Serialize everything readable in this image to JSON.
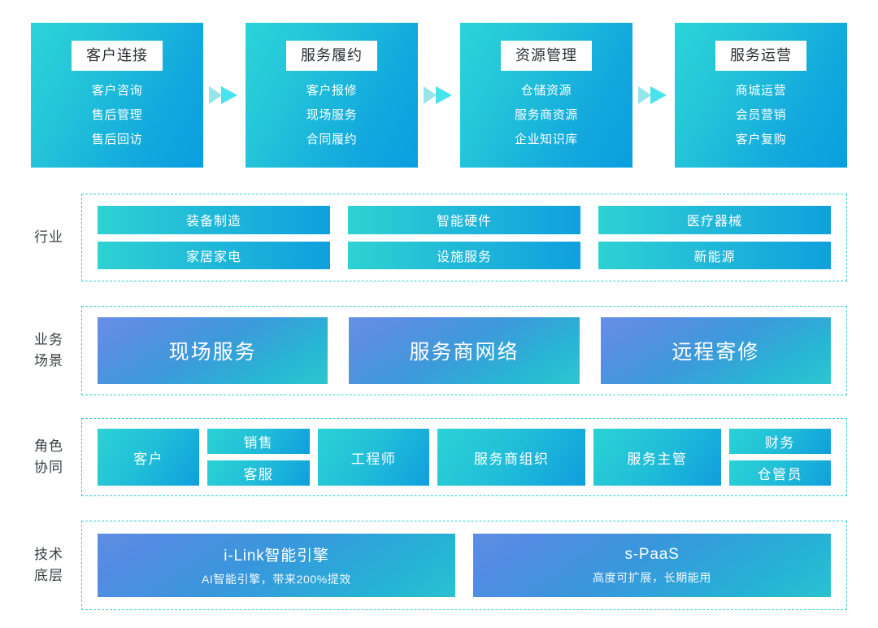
{
  "colors": {
    "teal_accent": "#33cfd4",
    "cyan_start": "#2ad4d8",
    "blue_end": "#0b9ee0",
    "periwinkle": "#5d8ee3",
    "text_dark": "#3c4043",
    "white": "#ffffff"
  },
  "flow": {
    "arrow_icon": "double-chevron-right-icon",
    "cards": [
      {
        "title": "客户连接",
        "items": [
          "客户咨询",
          "售后管理",
          "售后回访"
        ]
      },
      {
        "title": "服务履约",
        "items": [
          "客户报修",
          "现场服务",
          "合同履约"
        ]
      },
      {
        "title": "资源管理",
        "items": [
          "仓储资源",
          "服务商资源",
          "企业知识库"
        ]
      },
      {
        "title": "服务运营",
        "items": [
          "商城运营",
          "会员营销",
          "客户复购"
        ]
      }
    ]
  },
  "sections": {
    "industry": {
      "label_lines": [
        "行业"
      ],
      "columns": [
        [
          "装备制造",
          "家居家电"
        ],
        [
          "智能硬件",
          "设施服务"
        ],
        [
          "医疗器械",
          "新能源"
        ]
      ]
    },
    "scenario": {
      "label_lines": [
        "业务",
        "场景"
      ],
      "cards": [
        "现场服务",
        "服务商网络",
        "远程寄修"
      ]
    },
    "role": {
      "label_lines": [
        "角色",
        "协同"
      ],
      "groups": [
        {
          "type": "single",
          "items": [
            "客户"
          ]
        },
        {
          "type": "stack",
          "items": [
            "销售",
            "客服"
          ]
        },
        {
          "type": "single",
          "items": [
            "工程师"
          ]
        },
        {
          "type": "single",
          "items": [
            "服务商组织"
          ]
        },
        {
          "type": "single",
          "items": [
            "服务主管"
          ]
        },
        {
          "type": "stack",
          "items": [
            "财务",
            "仓管员"
          ]
        }
      ]
    },
    "tech": {
      "label_lines": [
        "技术",
        "底层"
      ],
      "cards": [
        {
          "title": "i-Link智能引擎",
          "subtitle": "AI智能引擎，带来200%提效"
        },
        {
          "title": "s-PaaS",
          "subtitle": "高度可扩展，长期能用"
        }
      ]
    }
  }
}
